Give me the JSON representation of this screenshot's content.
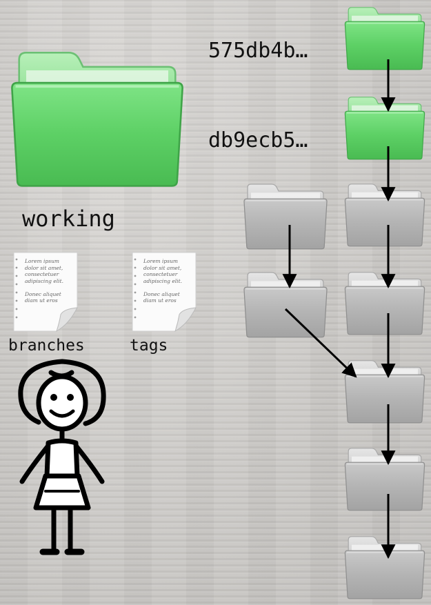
{
  "commits": {
    "hash_1": "575db4b…",
    "hash_2": "db9ecb5…"
  },
  "working": {
    "label": "working"
  },
  "refs": {
    "branches_label": "branches",
    "tags_label": "tags",
    "doc_lines": [
      "Lorem ipsum",
      "dolor sit amet,",
      "consectetuer",
      "adipiscing elit.",
      "",
      "Donec aliquet",
      "diam ut eros"
    ]
  },
  "colors": {
    "green_folder": "#5fd068",
    "gray_folder": "#b5b5b5",
    "arrow": "#000000"
  }
}
